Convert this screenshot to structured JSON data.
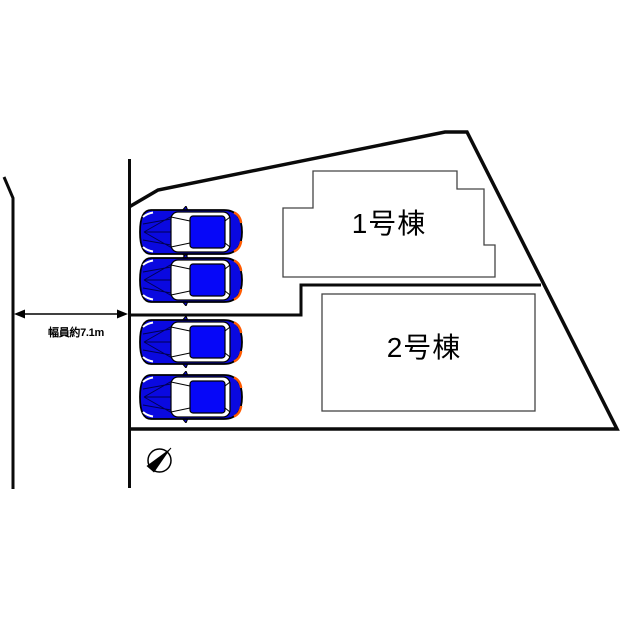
{
  "plan": {
    "type": "real-estate-site-plan",
    "buildings": [
      {
        "id": 1,
        "label": "1号棟"
      },
      {
        "id": 2,
        "label": "2号棟"
      }
    ],
    "road": {
      "width_label": "幅員約7.1m"
    },
    "parking": {
      "spaces": 4,
      "vehicle_icon": "blue-car-top-view",
      "facing": "left"
    },
    "compass": {
      "icon": "north-arrow",
      "points_to": "upper-right"
    }
  },
  "colors": {
    "background": "#ffffff",
    "boundary_line": "#0a0a0a",
    "building_outline": "#444444",
    "building_fill": "#ffffff",
    "car_blue": "#0a09e0",
    "car_roof_blue": "#0607f8",
    "car_detail": "#000050",
    "taillight_orange": "#ff5a00"
  }
}
